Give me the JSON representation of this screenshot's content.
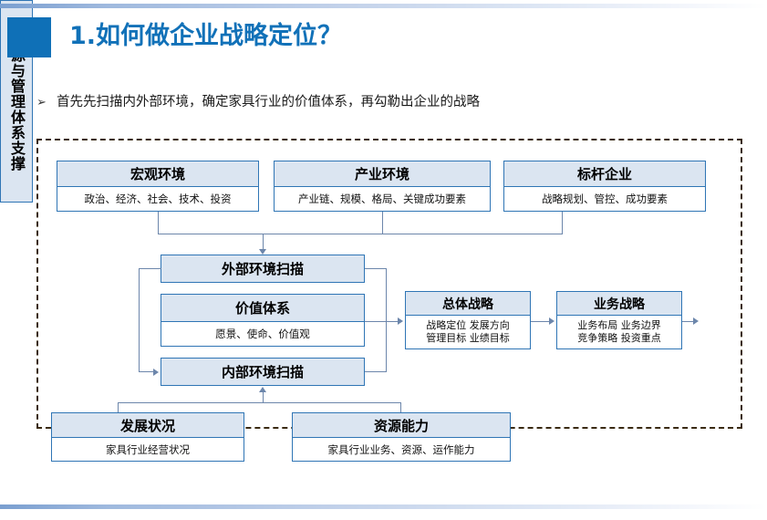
{
  "slide": {
    "title": "1.如何做企业战略定位？",
    "subtitle": "首先先扫描内外部环境，确定家具行业的价值体系，再勾勒出企业的战略",
    "bullet_marker": "➢",
    "accent_color": "#0f70b7",
    "box_header_fill": "#dbe5f1",
    "box_border_color": "#2f75b5",
    "connector_color": "#6c86ab",
    "dashed_border_color": "#3a2a12"
  },
  "diagram": {
    "top_row": [
      {
        "title": "宏观环境",
        "detail": "政治、经济、社会、技术、投资"
      },
      {
        "title": "产业环境",
        "detail": "产业链、规模、格局、关键成功要素"
      },
      {
        "title": "标杆企业",
        "detail": "战略规划、管控、成功要素"
      }
    ],
    "middle": {
      "external_scan": {
        "title": "外部环境扫描"
      },
      "value_system": {
        "title": "价值体系",
        "detail": "愿景、使命、价值观"
      },
      "internal_scan": {
        "title": "内部环境扫描"
      }
    },
    "strategy": [
      {
        "title": "总体战略",
        "line1": "战略定位  发展方向",
        "line2": "管理目标  业绩目标"
      },
      {
        "title": "业务战略",
        "line1": "业务布局  业务边界",
        "line2": "竞争策略  投资重点"
      }
    ],
    "support": {
      "title": "资源与管理体系支撑"
    },
    "bottom_row": [
      {
        "title": "发展状况",
        "detail": "家具行业经营状况"
      },
      {
        "title": "资源能力",
        "detail": "家具行业业务、资源、运作能力"
      }
    ]
  }
}
